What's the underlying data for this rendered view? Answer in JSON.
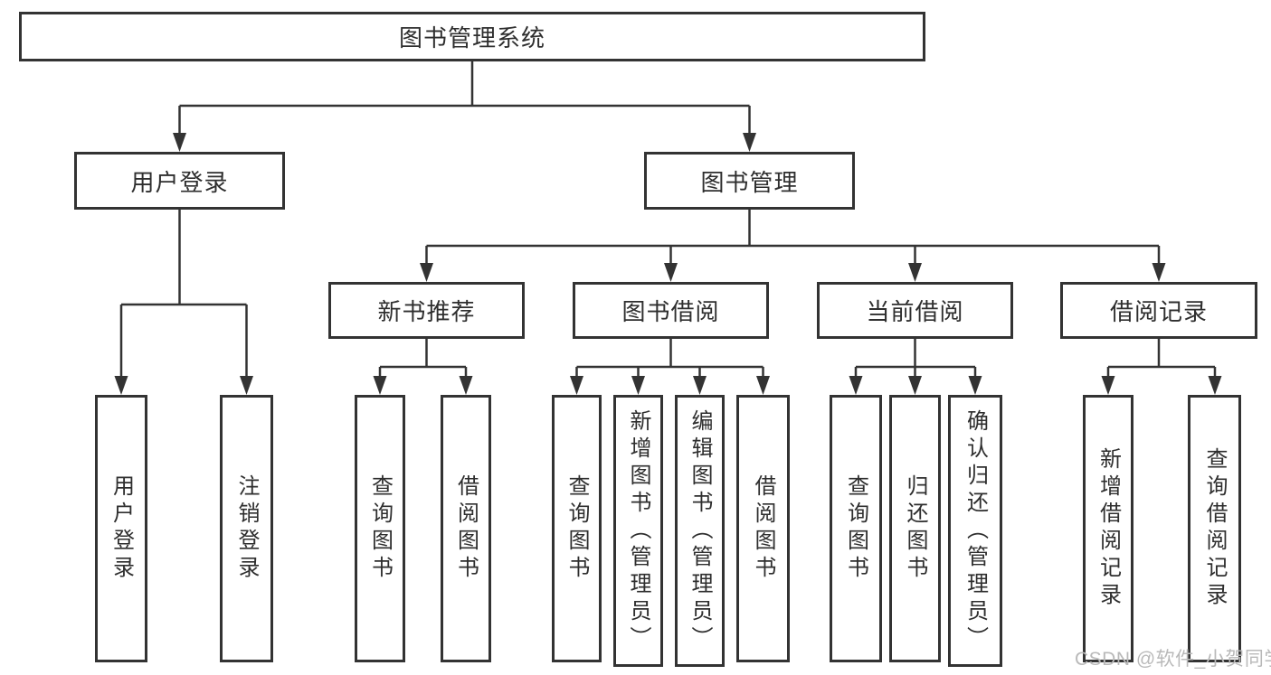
{
  "diagram": {
    "title": "图书管理系统",
    "children": [
      {
        "label": "用户登录",
        "children": [
          {
            "label": "用户登录"
          },
          {
            "label": "注销登录"
          }
        ]
      },
      {
        "label": "图书管理",
        "children": [
          {
            "label": "新书推荐",
            "children": [
              {
                "label": "查询图书"
              },
              {
                "label": "借阅图书"
              }
            ]
          },
          {
            "label": "图书借阅",
            "children": [
              {
                "label": "查询图书"
              },
              {
                "label": "新增图书（管理员）"
              },
              {
                "label": "编辑图书（管理员）"
              },
              {
                "label": "借阅图书"
              }
            ]
          },
          {
            "label": "当前借阅",
            "children": [
              {
                "label": "查询图书"
              },
              {
                "label": "归还图书"
              },
              {
                "label": "确认归还（管理员）"
              }
            ]
          },
          {
            "label": "借阅记录",
            "children": [
              {
                "label": "新增借阅记录"
              },
              {
                "label": "查询借阅记录"
              }
            ]
          }
        ]
      }
    ]
  },
  "watermark": "CSDN @软件_小贺同学",
  "colors": {
    "line": "#333333",
    "box_border": "#333333",
    "box_fill": "#ffffff",
    "text": "#2e2e2e",
    "watermark": "#b9b9b9",
    "background": "#ffffff"
  }
}
